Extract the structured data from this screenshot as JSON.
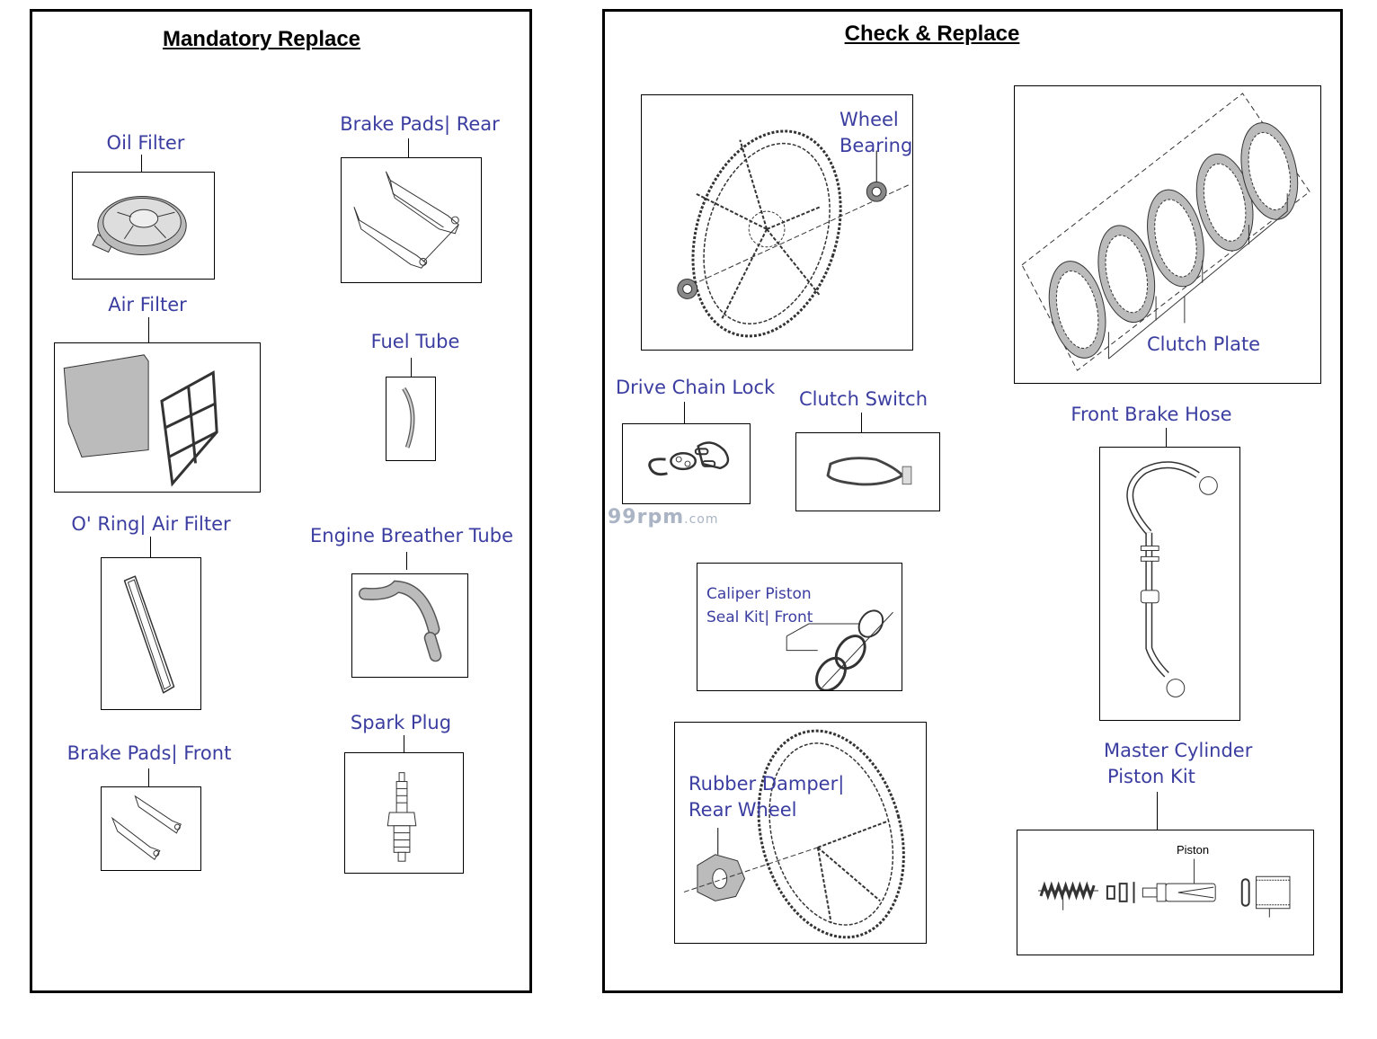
{
  "panels": {
    "mandatory": {
      "title": "Mandatory Replace",
      "items": [
        {
          "label": "Oil Filter"
        },
        {
          "label": "Brake Pads| Rear"
        },
        {
          "label": "Air Filter"
        },
        {
          "label": "Fuel Tube"
        },
        {
          "label": "O' Ring| Air Filter"
        },
        {
          "label": "Engine Breather Tube"
        },
        {
          "label": "Brake Pads| Front"
        },
        {
          "label": "Spark Plug"
        }
      ]
    },
    "check": {
      "title": "Check & Replace",
      "items": [
        {
          "label_line1": "Wheel",
          "label_line2": "Bearing"
        },
        {
          "label": "Clutch Plate"
        },
        {
          "label": "Drive Chain Lock"
        },
        {
          "label": "Clutch Switch"
        },
        {
          "label": "Front Brake Hose"
        },
        {
          "label_line1": "Caliper Piston",
          "label_line2": "Seal Kit| Front"
        },
        {
          "label_line1": "Rubber Damper|",
          "label_line2": "Rear Wheel"
        },
        {
          "label_line1": "Master Cylinder",
          "label_line2": "Piston Kit",
          "sub_label": "Piston"
        }
      ]
    }
  },
  "watermark": {
    "main": "99rpm",
    "suffix": ".com"
  },
  "colors": {
    "label": "#3b3ea0",
    "border": "#000000",
    "watermark": "#aab4c4"
  }
}
